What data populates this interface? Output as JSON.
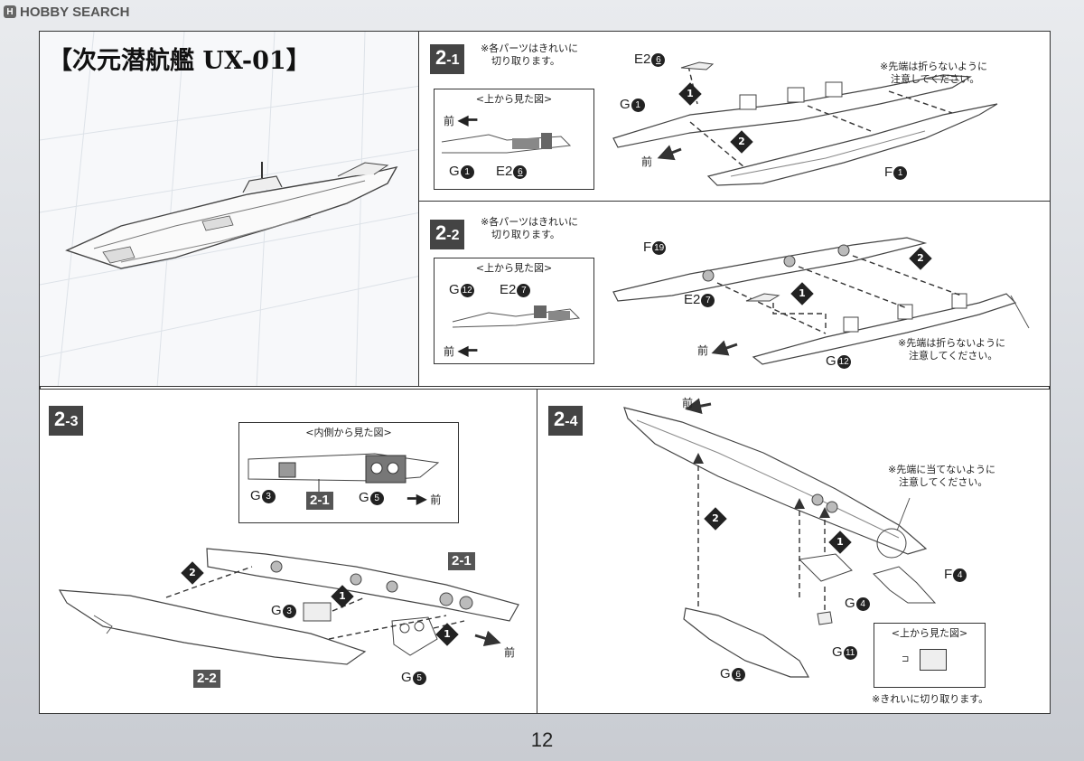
{
  "watermark": {
    "logo": "H",
    "text": "HOBBY SEARCH"
  },
  "title": "【次元潜航艦 UX-01】",
  "page_number": "12",
  "step_2_1": {
    "tag": "2",
    "sub": "-1",
    "note": "※各パーツはきれいに",
    "note2": "切り取ります。",
    "inset_caption": "<上から見た図>",
    "front": "前",
    "part_g1": "G",
    "part_g1_num": "1",
    "part_e26": "E2",
    "part_e26_num": "6",
    "warn1": "※先端は折らないように",
    "warn2": "注意してください。",
    "part_f1": "F",
    "part_f1_num": "1",
    "step1": "1",
    "step2": "2"
  },
  "step_2_2": {
    "tag": "2",
    "sub": "-2",
    "note": "※各パーツはきれいに",
    "note2": "切り取ります。",
    "inset_caption": "<上から見た図>",
    "front": "前",
    "part_g12": "G",
    "part_g12_num": "12",
    "part_e27": "E2",
    "part_e27_num": "7",
    "part_f19": "F",
    "part_f19_num": "19",
    "warn1": "※先端は折らないように",
    "warn2": "注意してください。",
    "step1": "1",
    "step2": "2"
  },
  "step_2_3": {
    "tag": "2",
    "sub": "-3",
    "inset_caption": "<内側から見た図>",
    "front": "前",
    "part_g3": "G",
    "part_g3_num": "3",
    "part_g5": "G",
    "part_g5_num": "5",
    "ref_21": "2-1",
    "ref_22": "2-2",
    "step1": "1",
    "step2": "2"
  },
  "step_2_4": {
    "tag": "2",
    "sub": "-4",
    "front": "前",
    "warn1": "※先端に当てないように",
    "warn2": "注意してください。",
    "part_f4": "F",
    "part_f4_num": "4",
    "part_g4": "G",
    "part_g4_num": "4",
    "part_g11": "G",
    "part_g11_num": "11",
    "part_g6": "G",
    "part_g6_num": "6",
    "inset_caption": "<上から見た図>",
    "cut_note": "※きれいに切り取ります。",
    "step1": "1",
    "step2": "2"
  }
}
